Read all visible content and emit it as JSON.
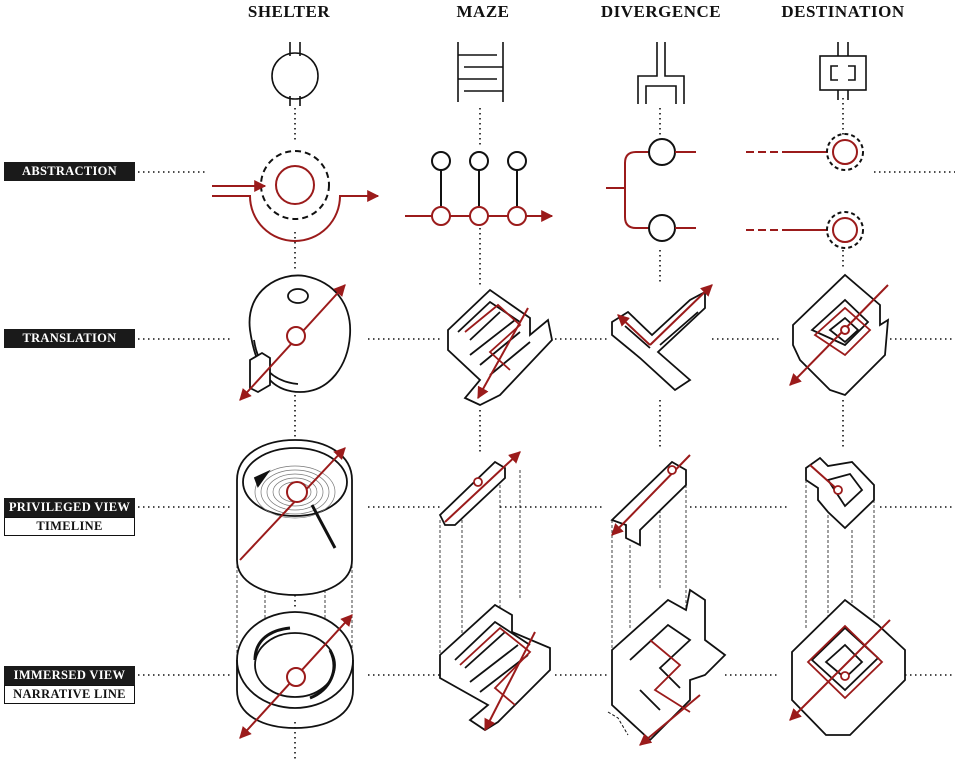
{
  "columns": [
    {
      "id": "shelter",
      "label": "SHELTER"
    },
    {
      "id": "maze",
      "label": "MAZE"
    },
    {
      "id": "divergence",
      "label": "DIVERGENCE"
    },
    {
      "id": "destination",
      "label": "DESTINATION"
    }
  ],
  "rows": {
    "abstraction": {
      "label": "ABSTRACTION"
    },
    "translation": {
      "label": "TRANSLATION"
    },
    "privileged": {
      "label": "PRIVILEGED VIEW",
      "sublabel": "TIMELINE"
    },
    "immersed": {
      "label": "IMMERSED VIEW",
      "sublabel": "NARRATIVE LINE"
    }
  },
  "colors": {
    "accent_red": "#9b1b1b",
    "ink": "#111111",
    "label_bg": "#1a1a1a"
  }
}
